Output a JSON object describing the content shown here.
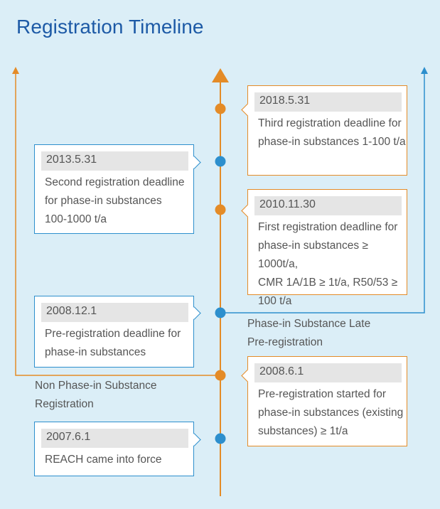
{
  "title": "Registration Timeline",
  "colors": {
    "background": "#dbeef7",
    "orange": "#e48b27",
    "blue": "#2d8fcd",
    "title": "#1d5aa6"
  },
  "events": [
    {
      "date": "2018.5.31",
      "lines": [
        "Third registration deadline for",
        "phase-in substances 1-100 t/a"
      ],
      "color": "orange",
      "side": "right"
    },
    {
      "date": "2013.5.31",
      "lines": [
        "Second registration deadline",
        "for phase-in substances",
        "100-1000 t/a"
      ],
      "color": "blue",
      "side": "left"
    },
    {
      "date": "2010.11.30",
      "lines": [
        "First registration deadline for",
        "phase-in substances ≥ 1000t/a,",
        "CMR 1A/1B ≥ 1t/a, R50/53 ≥",
        "100 t/a"
      ],
      "color": "orange",
      "side": "right"
    },
    {
      "date": "2008.12.1",
      "lines": [
        "Pre-registration deadline for",
        "phase-in substances"
      ],
      "color": "blue",
      "side": "left"
    },
    {
      "date": "2008.6.1",
      "lines": [
        "Pre-registration started for",
        "phase-in substances (existing",
        "substances) ≥ 1t/a"
      ],
      "color": "orange",
      "side": "right"
    },
    {
      "date": "2007.6.1",
      "lines": [
        "REACH came into force"
      ],
      "color": "blue",
      "side": "left"
    }
  ],
  "side_labels": {
    "late_preregistration": [
      "Phase-in Substance Late",
      "Pre-registration"
    ],
    "non_phase_in": [
      "Non Phase-in Substance",
      "Registration"
    ]
  }
}
